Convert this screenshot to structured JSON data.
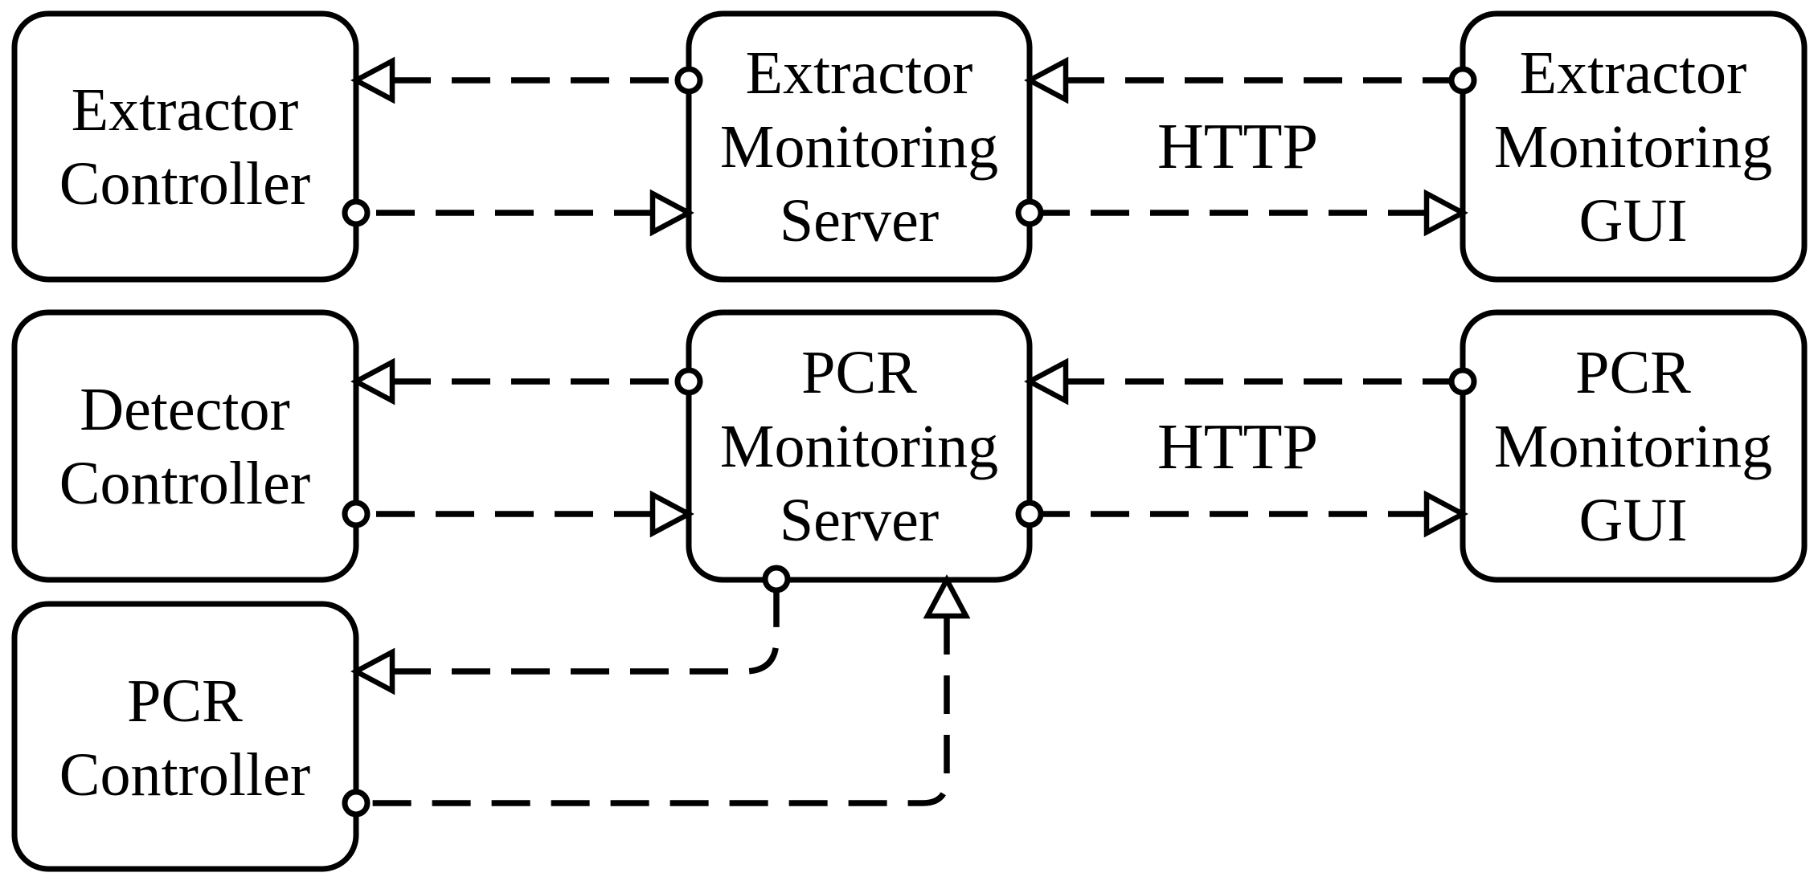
{
  "diagram": {
    "kind": "component-communication-diagram",
    "style": {
      "background": "#ffffff",
      "stroke": "#000000",
      "line_style": "dashed",
      "source_marker": "ball-socket-circle",
      "target_marker": "open-triangle-arrowhead"
    }
  },
  "nodes": [
    {
      "id": "extractor-controller",
      "name": "Extractor Controller",
      "lines": [
        "Extractor",
        "Controller"
      ]
    },
    {
      "id": "extractor-monitoring-server",
      "name": "Extractor Monitoring Server",
      "lines": [
        "Extractor",
        "Monitoring",
        "Server"
      ]
    },
    {
      "id": "extractor-monitoring-gui",
      "name": "Extractor Monitoring GUI",
      "lines": [
        "Extractor",
        "Monitoring",
        "GUI"
      ]
    },
    {
      "id": "detector-controller",
      "name": "Detector Controller",
      "lines": [
        "Detector",
        "Controller"
      ]
    },
    {
      "id": "pcr-monitoring-server",
      "name": "PCR Monitoring Server",
      "lines": [
        "PCR",
        "Monitoring",
        "Server"
      ]
    },
    {
      "id": "pcr-monitoring-gui",
      "name": "PCR Monitoring GUI",
      "lines": [
        "PCR",
        "Monitoring",
        "GUI"
      ]
    },
    {
      "id": "pcr-controller",
      "name": "PCR Controller",
      "lines": [
        "PCR",
        "Controller"
      ]
    }
  ],
  "edge_labels": [
    {
      "id": "http-extractor",
      "text": "HTTP"
    },
    {
      "id": "http-pcr",
      "text": "HTTP"
    }
  ],
  "edges": [
    {
      "from": "extractor-monitoring-server",
      "to": "extractor-controller",
      "label": "",
      "line": "dashed",
      "source_marker": "ball",
      "target_marker": "open-triangle"
    },
    {
      "from": "extractor-controller",
      "to": "extractor-monitoring-server",
      "label": "",
      "line": "dashed",
      "source_marker": "ball",
      "target_marker": "open-triangle"
    },
    {
      "from": "extractor-monitoring-gui",
      "to": "extractor-monitoring-server",
      "label": "HTTP",
      "line": "dashed",
      "source_marker": "ball",
      "target_marker": "open-triangle"
    },
    {
      "from": "extractor-monitoring-server",
      "to": "extractor-monitoring-gui",
      "label": "HTTP",
      "line": "dashed",
      "source_marker": "ball",
      "target_marker": "open-triangle"
    },
    {
      "from": "pcr-monitoring-server",
      "to": "detector-controller",
      "label": "",
      "line": "dashed",
      "source_marker": "ball",
      "target_marker": "open-triangle"
    },
    {
      "from": "detector-controller",
      "to": "pcr-monitoring-server",
      "label": "",
      "line": "dashed",
      "source_marker": "ball",
      "target_marker": "open-triangle"
    },
    {
      "from": "pcr-monitoring-gui",
      "to": "pcr-monitoring-server",
      "label": "HTTP",
      "line": "dashed",
      "source_marker": "ball",
      "target_marker": "open-triangle"
    },
    {
      "from": "pcr-monitoring-server",
      "to": "pcr-monitoring-gui",
      "label": "HTTP",
      "line": "dashed",
      "source_marker": "ball",
      "target_marker": "open-triangle"
    },
    {
      "from": "pcr-monitoring-server",
      "to": "pcr-controller",
      "label": "",
      "line": "dashed",
      "source_marker": "ball",
      "target_marker": "open-triangle"
    },
    {
      "from": "pcr-controller",
      "to": "pcr-monitoring-server",
      "label": "",
      "line": "dashed",
      "source_marker": "ball",
      "target_marker": "open-triangle"
    }
  ]
}
